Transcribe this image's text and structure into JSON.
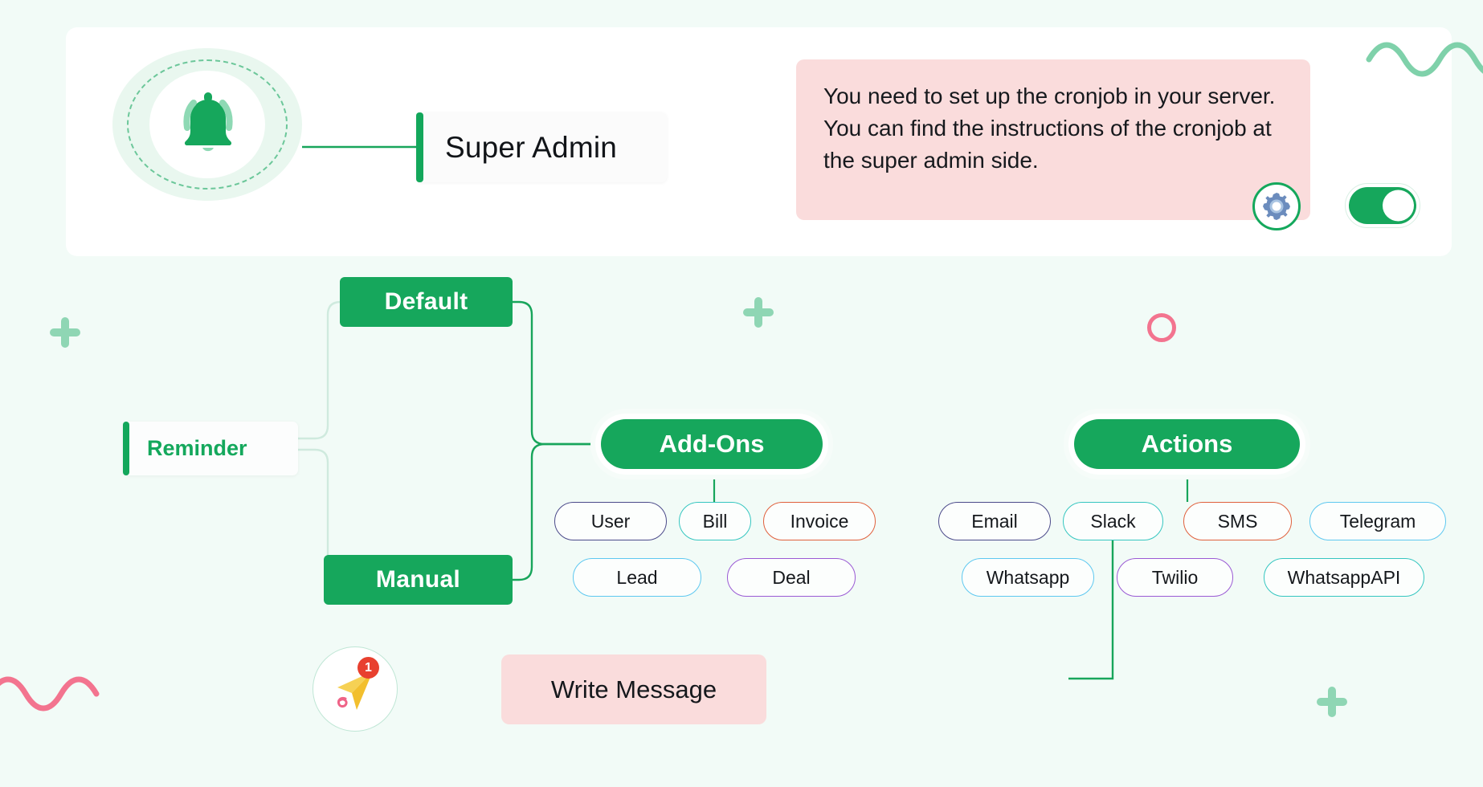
{
  "page": {
    "background": "#f2fbf7",
    "accent_green": "#16a75c",
    "bubble_pink": "#fadcdc"
  },
  "root": {
    "icon": "bell-icon",
    "label": "Super Admin"
  },
  "cronjob_note": {
    "text": "You need to set up the cronjob in your server. You can find the instructions of the cronjob at the super admin side.",
    "gear_icon": "gear-icon",
    "toggle": {
      "state": "on",
      "label": ""
    }
  },
  "reminder": {
    "label": "Reminder",
    "modes": [
      {
        "label": "Default"
      },
      {
        "label": "Manual"
      }
    ]
  },
  "addons": {
    "label": "Add-Ons",
    "items": [
      {
        "label": "User",
        "border": "#4b4a8a"
      },
      {
        "label": "Bill",
        "border": "#35c6c0"
      },
      {
        "label": "Invoice",
        "border": "#e0603c"
      },
      {
        "label": "Lead",
        "border": "#5ec8f0"
      },
      {
        "label": "Deal",
        "border": "#9a5ad4"
      }
    ]
  },
  "actions": {
    "label": "Actions",
    "items": [
      {
        "label": "Email",
        "border": "#4b4a8a"
      },
      {
        "label": "Slack",
        "border": "#35c6c0"
      },
      {
        "label": "SMS",
        "border": "#e0603c"
      },
      {
        "label": "Telegram",
        "border": "#5ec8f0"
      },
      {
        "label": "Whatsapp",
        "border": "#5ec8f0"
      },
      {
        "label": "Twilio",
        "border": "#9a5ad4"
      },
      {
        "label": "WhatsappAPI",
        "border": "#35c6c0"
      }
    ]
  },
  "write_message": {
    "label": "Write Message",
    "icon": "send-plane-icon",
    "badge_count": "1"
  },
  "decorations": {
    "plus_color": "#8fd6b4",
    "ring_color": "#f3748f",
    "wave_green": "#7fd1aa",
    "wave_pink": "#f3748f"
  }
}
